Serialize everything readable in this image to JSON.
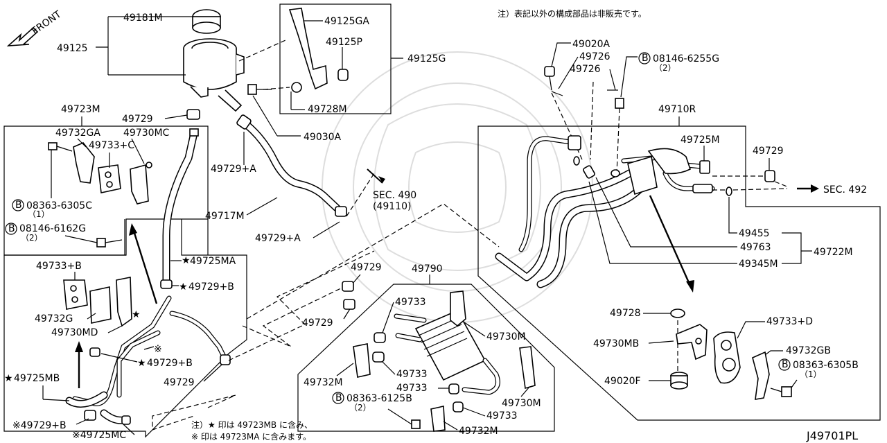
{
  "diagram_id": "J49701PL",
  "front_label": "FRONT",
  "top_note": "注）表記以外の構成部品は非販売です。",
  "bottom_note": {
    "line1": "注）★ 印は 49723MB に含み、",
    "line2": "※ 印は 49723MA に含みます。"
  },
  "sec_490": {
    "label": "SEC. 490",
    "sub": "(49110)"
  },
  "sec_492": {
    "label": "SEC. 492"
  },
  "labels": {
    "p49181M": "49181M",
    "p49125": "49125",
    "p49125GA": "49125GA",
    "p49125P": "49125P",
    "p49125G": "49125G",
    "p49728M": "49728M",
    "p49030A": "49030A",
    "p49729_top": "49729",
    "p49729A_1": "49729+A",
    "p49717M": "49717M",
    "p49729A_2": "49729+A",
    "p49723M": "49723M",
    "p49732GA": "49732GA",
    "p49730MC": "49730MC",
    "p49733C": "49733+C",
    "p08363_6305C": "08363-6305C",
    "p08363_6305C_q": "（1）",
    "p08146_6162G": "08146-6162G",
    "p08146_6162G_q": "（2）",
    "p49733B": "49733+B",
    "p49732G": "49732G",
    "p49730MD": "49730MD",
    "p49725MB": "49725MB",
    "p49729B_1": "※49729+B",
    "p49725MC": "※49725MC",
    "p49725MA": "49725MA",
    "p49729B_2": "49729+B",
    "p49729B_3": "49729+B",
    "p49729_mid": "49729",
    "p49729_c1": "49729",
    "p49729_c2": "49729",
    "p49790": "49790",
    "p49733_1": "49733",
    "p49733_2": "49733",
    "p49733_3": "49733",
    "p49733_4": "49733",
    "p49730M_1": "49730M",
    "p49730M_2": "49730M",
    "p49732M_1": "49732M",
    "p49732M_2": "49732M",
    "p08363_6125B": "08363-6125B",
    "p08363_6125B_q": "（2）",
    "p49020A": "49020A",
    "p49726_1": "49726",
    "p49726_2": "49726",
    "p08146_6255G": "08146-6255G",
    "p08146_6255G_q": "（2）",
    "p49710R": "49710R",
    "p49725M": "49725M",
    "p49729_r": "49729",
    "p49455": "49455",
    "p49763": "49763",
    "p49345M": "49345M",
    "p49722M": "49722M",
    "p49728": "49728",
    "p49733D": "49733+D",
    "p49730MB": "49730MB",
    "p49732GB": "49732GB",
    "p08363_6305B": "08363-6305B",
    "p08363_6305B_q": "（1）",
    "p49020F": "49020F",
    "star": "★",
    "kome": "※",
    "b": "B"
  }
}
